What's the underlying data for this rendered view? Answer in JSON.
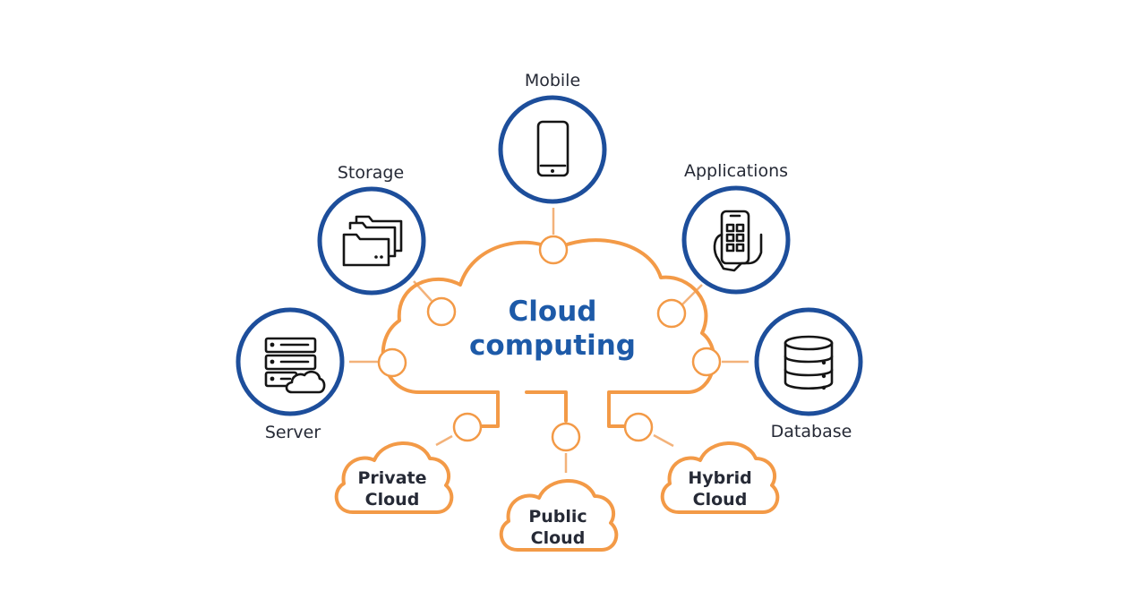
{
  "diagram": {
    "center_line1": "Cloud",
    "center_line2": "computing",
    "nodes": {
      "mobile": {
        "label": "Mobile",
        "icon": "smartphone-icon"
      },
      "storage": {
        "label": "Storage",
        "icon": "folders-icon"
      },
      "applications": {
        "label": "Applications",
        "icon": "hand-phone-apps-icon"
      },
      "server": {
        "label": "Server",
        "icon": "server-cloud-icon"
      },
      "database": {
        "label": "Database",
        "icon": "database-icon"
      }
    },
    "clouds": {
      "private": {
        "line1": "Private",
        "line2": "Cloud"
      },
      "public": {
        "line1": "Public",
        "line2": "Cloud"
      },
      "hybrid": {
        "line1": "Hybrid",
        "line2": "Cloud"
      }
    },
    "colors": {
      "ring_blue": "#1d4e9b",
      "title_blue": "#1d5aa8",
      "cloud_orange": "#f39a47",
      "connector": "#f3b27a"
    }
  }
}
